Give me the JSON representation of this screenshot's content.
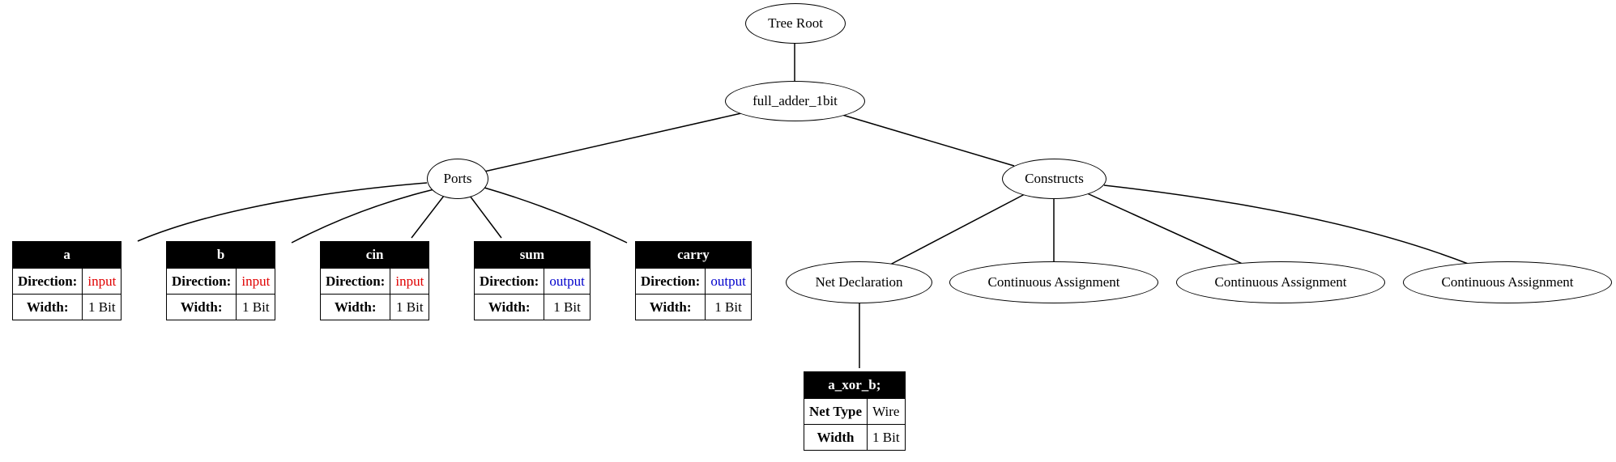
{
  "nodes": {
    "root": "Tree Root",
    "module": "full_adder_1bit",
    "ports": "Ports",
    "constructs": "Constructs",
    "net_decl": "Net Declaration",
    "assign1": "Continuous Assignment",
    "assign2": "Continuous Assignment",
    "assign3": "Continuous Assignment"
  },
  "port_tables": [
    {
      "name": "a",
      "direction_label": "Direction:",
      "direction": "input",
      "direction_color": "#e00000",
      "width_label": "Width:",
      "width": "1 Bit"
    },
    {
      "name": "b",
      "direction_label": "Direction:",
      "direction": "input",
      "direction_color": "#e00000",
      "width_label": "Width:",
      "width": "1 Bit"
    },
    {
      "name": "cin",
      "direction_label": "Direction:",
      "direction": "input",
      "direction_color": "#e00000",
      "width_label": "Width:",
      "width": "1 Bit"
    },
    {
      "name": "sum",
      "direction_label": "Direction:",
      "direction": "output",
      "direction_color": "#0000cc",
      "width_label": "Width:",
      "width": "1 Bit"
    },
    {
      "name": "carry",
      "direction_label": "Direction:",
      "direction": "output",
      "direction_color": "#0000cc",
      "width_label": "Width:",
      "width": "1 Bit"
    }
  ],
  "net_table": {
    "name": "a_xor_b;",
    "type_label": "Net Type",
    "type": "Wire",
    "width_label": "Width",
    "width": "1 Bit"
  }
}
